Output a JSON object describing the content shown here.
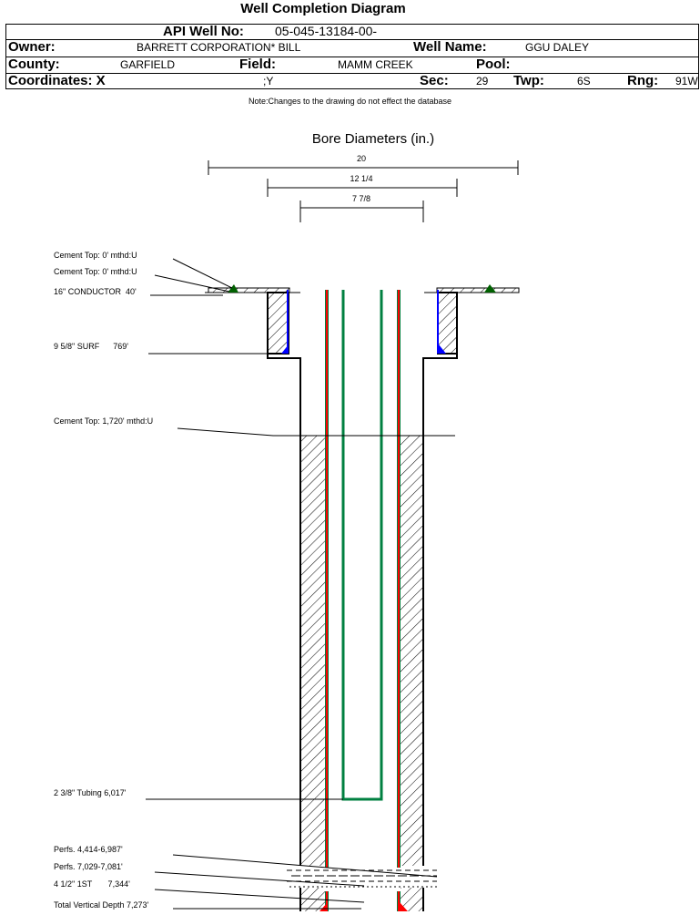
{
  "title": "Well Completion Diagram",
  "header": {
    "api_label": "API Well No:",
    "api_value": "05-045-13184-00-",
    "owner_label": "Owner:",
    "owner_value": "BARRETT CORPORATION* BILL",
    "well_name_label": "Well Name:",
    "well_name_value": "GGU DALEY",
    "county_label": "County:",
    "county_value": "GARFIELD",
    "field_label": "Field:",
    "field_value": "MAMM CREEK",
    "pool_label": "Pool:",
    "pool_value": "",
    "coords_label": "Coordinates: X",
    "coords_y": ";Y",
    "sec_label": "Sec:",
    "sec_value": "29",
    "twp_label": "Twp:",
    "twp_value": "6S",
    "rng_label": "Rng:",
    "rng_value": "91W"
  },
  "note": "Note:Changes to the drawing do not effect the database",
  "diagram": {
    "bore_title": "Bore Diameters (in.)",
    "bore_diameters": [
      "20",
      "12 1/4",
      "7 7/8"
    ],
    "labels": [
      "Cement Top: 0' mthd:U",
      "Cement Top: 0' mthd:U",
      "16\" CONDUCTOR  40'",
      "9 5/8\" SURF      769'",
      "Cement Top: 1,720' mthd:U",
      "2 3/8\" Tubing 6,017'",
      "Perfs. 4,414-6,987'",
      "Perfs. 7,029-7,081'",
      "4 1/2\" 1ST       7,344'",
      "Total Vertical Depth 7,273'"
    ],
    "colors": {
      "casing": "#ff0000",
      "tubing": "#008040",
      "cement_line": "#0000ff",
      "shoe": "#006000"
    }
  }
}
